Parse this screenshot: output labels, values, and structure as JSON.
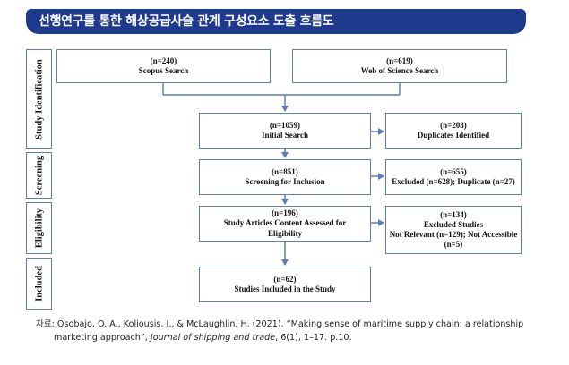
{
  "title": "선행연구를 통한 해상공급사슬 관계 구성요소 도출 흐름도",
  "stages": [
    {
      "id": "identification",
      "label": "Study Identification"
    },
    {
      "id": "screening",
      "label": "Screening"
    },
    {
      "id": "eligibility",
      "label": "Eligibility"
    },
    {
      "id": "included",
      "label": "Included"
    }
  ],
  "boxes": {
    "scopus": {
      "count": "(n=240)",
      "text": "Scopus Search"
    },
    "wos": {
      "count": "(n=619)",
      "text": "Web of Science Search"
    },
    "initial": {
      "count": "(n=1059)",
      "text": "Initial Search"
    },
    "duplicates": {
      "count": "(n=208)",
      "text": "Duplicates Identified"
    },
    "screening": {
      "count": "(n=851)",
      "text": "Screening for Inclusion"
    },
    "excluded": {
      "count": "(n=655)",
      "text": "Excluded (n=628); Duplicate (n=27)"
    },
    "assessed": {
      "count": "(n=196)",
      "line1": "Study Articles Content Assessed for",
      "line2": "Eligibility"
    },
    "excluded_studies": {
      "count": "(n=134)",
      "line1": "Excluded Studies",
      "line2": "Not Relevant (n=129); Not Accessible",
      "line3": "(n=5)"
    },
    "included": {
      "count": "(n=62)",
      "text": "Studies Included in the Study"
    }
  },
  "source": {
    "prefix": "자료: Osobajo, O. A., Koliousis, I., & McLaughlin, H. (2021). “Making sense of maritime supply chain: a relationship",
    "line2_pre": "marketing approach”, ",
    "journal": "Journal of shipping and trade",
    "line2_post": ", 6(1), 1–17. p.10."
  }
}
